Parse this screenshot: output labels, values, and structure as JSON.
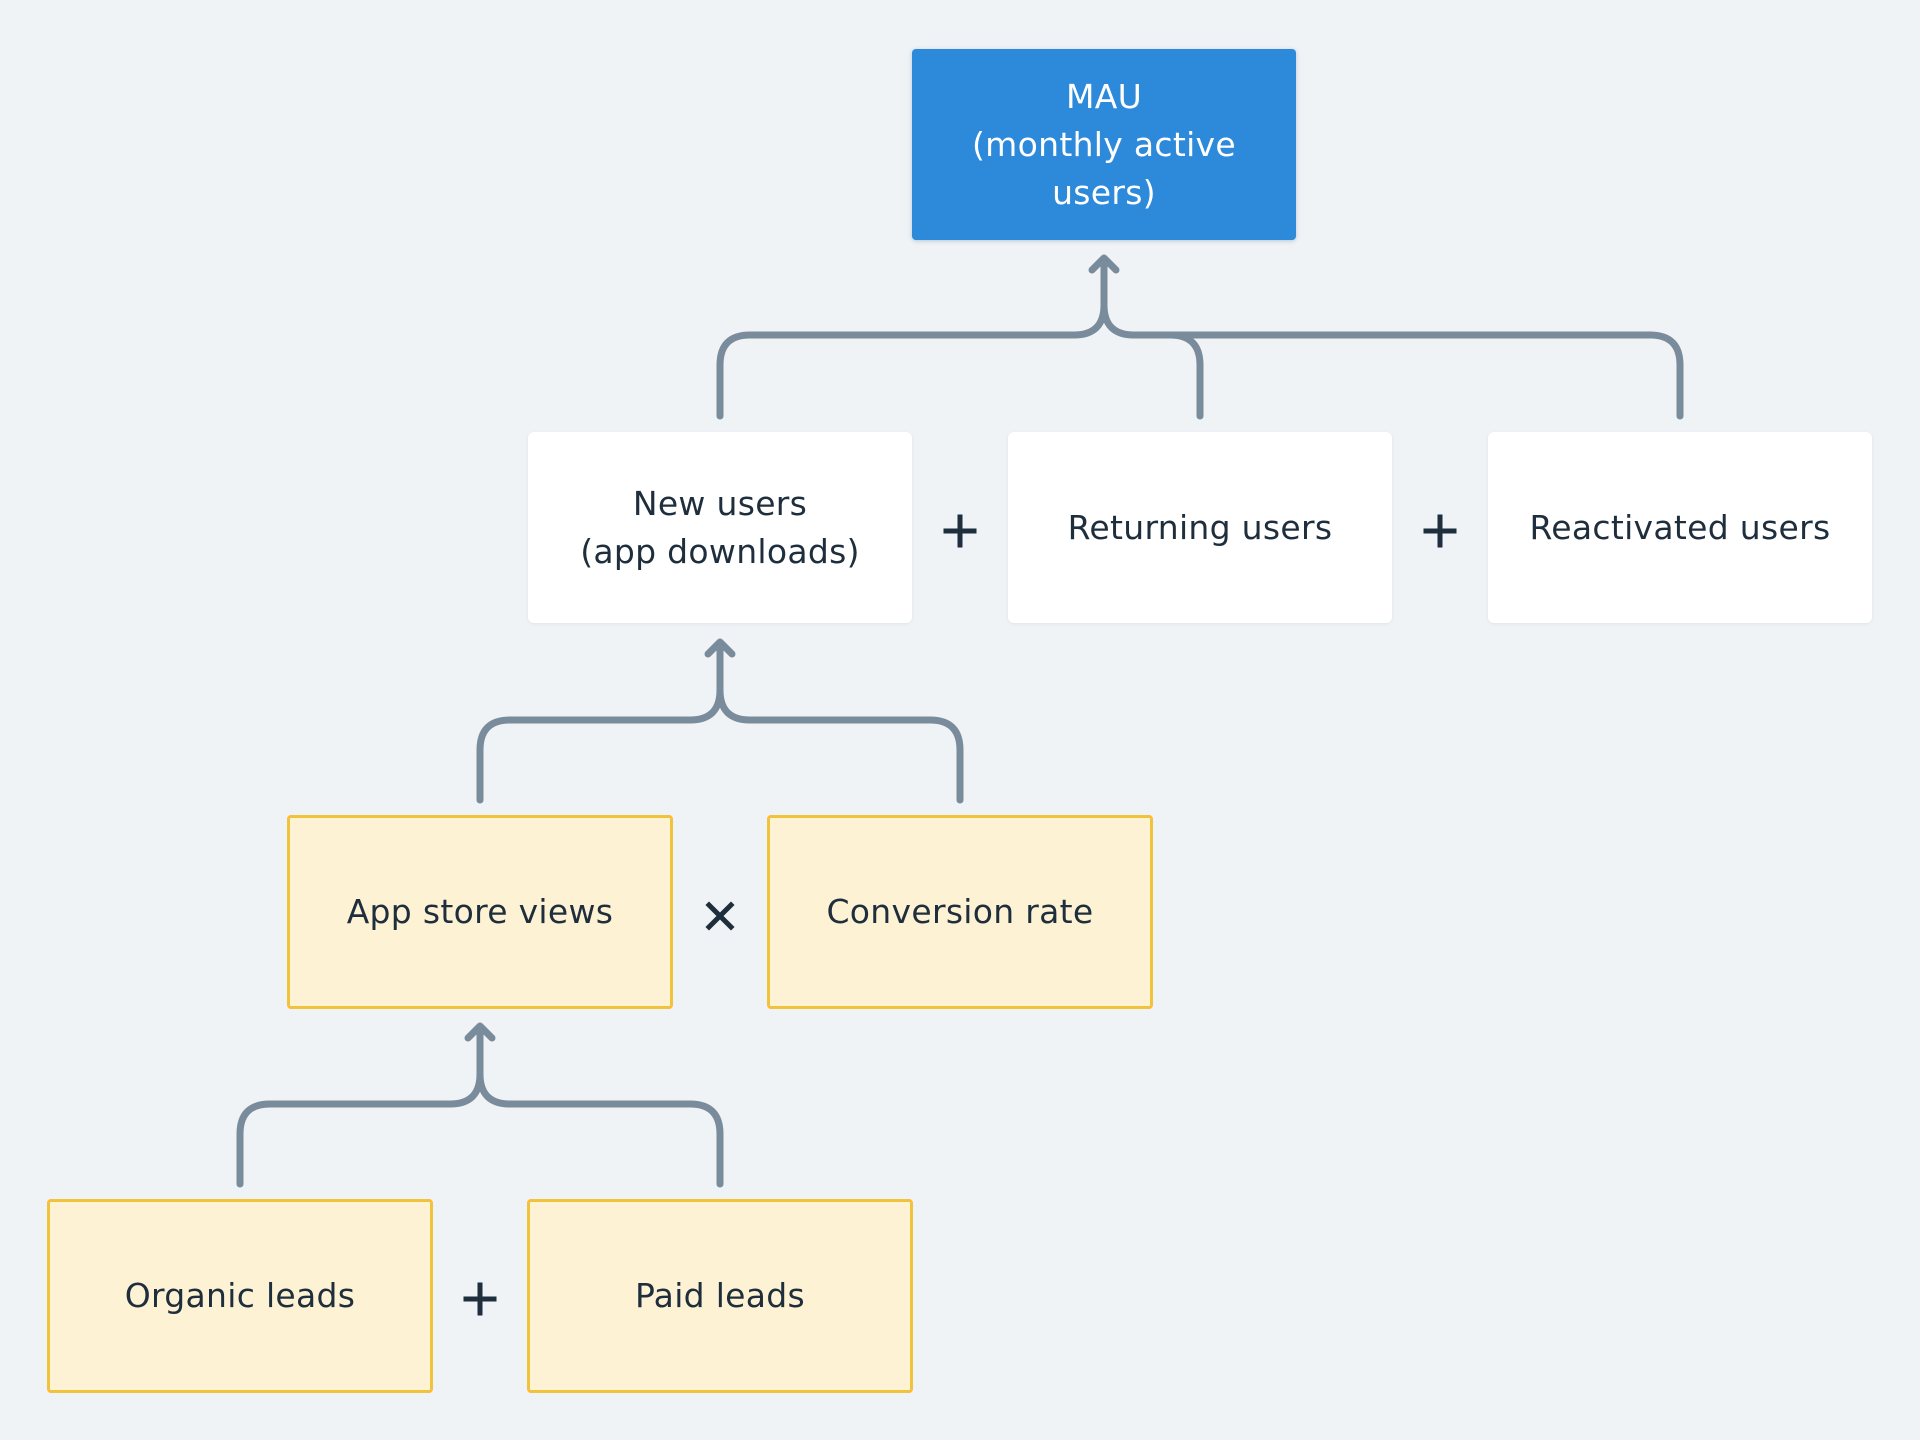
{
  "colors": {
    "background": "#eff3f6",
    "primary_node": "#2d89da",
    "secondary_node": "#ffffff",
    "tertiary_node_fill": "#fdf2d3",
    "tertiary_node_border": "#f1c33a",
    "connector": "#7a8b9b",
    "operator": "#1f2e3d"
  },
  "nodes": {
    "mau": "MAU\n(monthly active\nusers)",
    "new_users": "New users\n(app downloads)",
    "returning_users": "Returning users",
    "reactivated_users": "Reactivated users",
    "app_store_views": "App store views",
    "conversion_rate": "Conversion rate",
    "organic_leads": "Organic leads",
    "paid_leads": "Paid leads"
  },
  "operators": {
    "new_plus_returning": "plus",
    "returning_plus_reactivated": "plus",
    "views_times_conversion": "times",
    "organic_plus_paid": "plus"
  }
}
